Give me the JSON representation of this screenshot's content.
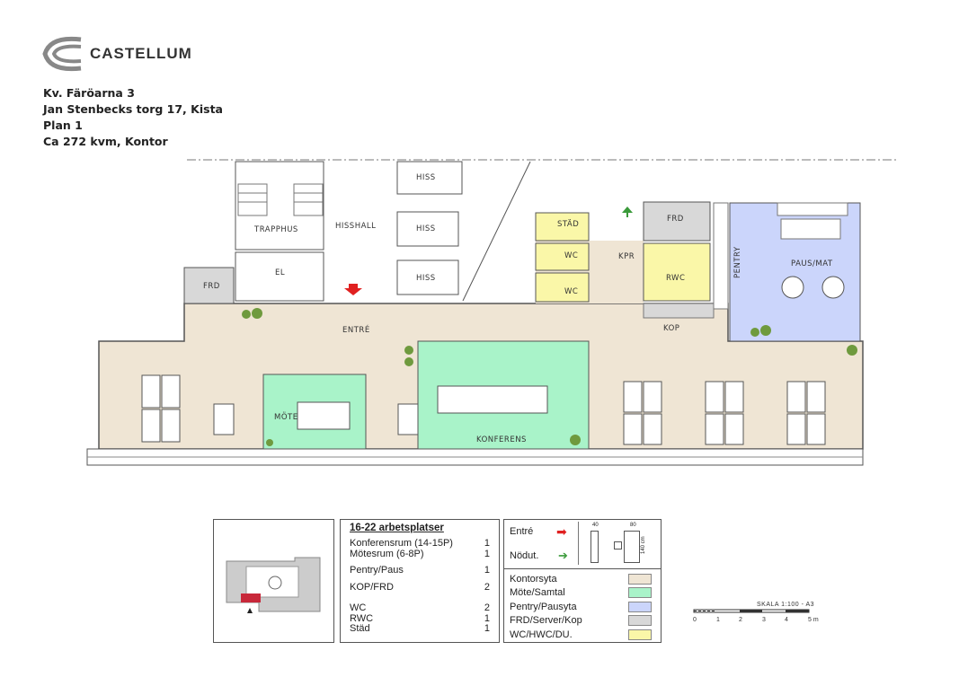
{
  "header": {
    "brand": "CASTELLUM",
    "lines": [
      "Kv. Färöarna 3",
      "Jan Stenbecks torg 17, Kista",
      "Plan 1",
      "Ca 272 kvm, Kontor"
    ]
  },
  "colors": {
    "kontorsyta": "#efe5d4",
    "mote": "#a9f3c9",
    "pentry": "#cbd5fb",
    "frd": "#d8d8d8",
    "wc": "#faf7a8",
    "entre_arrow": "#e02020",
    "nodut_arrow": "#3a9a3a"
  },
  "rooms": {
    "trapphus": "TRAPPHUS",
    "hisshall": "HISSHALL",
    "hiss": "HISS",
    "el": "EL",
    "frd": "FRD",
    "entre": "ENTRÉ",
    "stad": "STÄD",
    "wc": "WC",
    "kpr": "KPR",
    "rwc": "RWC",
    "kop": "KOP",
    "pentry": "PENTRY",
    "paus_mat": "PAUS/MAT",
    "mote": "MÖTE",
    "konferens": "KONFERENS"
  },
  "counts": {
    "title": "16-22 arbetsplatser",
    "rows": [
      {
        "label": "Konferensrum (14-15P)",
        "value": "1"
      },
      {
        "label": "Mötesrum (6-8P)",
        "value": "1"
      },
      {
        "label": "Pentry/Paus",
        "value": "1"
      },
      {
        "label": "KOP/FRD",
        "value": "2"
      },
      {
        "label": "WC",
        "value": "2"
      },
      {
        "label": "RWC",
        "value": "1"
      },
      {
        "label": "Städ",
        "value": "1"
      }
    ]
  },
  "legend": {
    "entre": "Entré",
    "nodut": "Nödut.",
    "dim_40": "40",
    "dim_80": "80",
    "dim_140": "140 cm",
    "areas": [
      {
        "label": "Kontorsyta",
        "color": "#efe5d4"
      },
      {
        "label": "Möte/Samtal",
        "color": "#a9f3c9"
      },
      {
        "label": "Pentry/Pausyta",
        "color": "#cbd5fb"
      },
      {
        "label": "FRD/Server/Kop",
        "color": "#d8d8d8"
      },
      {
        "label": "WC/HWC/DU.",
        "color": "#faf7a8"
      }
    ]
  },
  "scale": {
    "title": "SKALA 1:100 - A3",
    "ticks": [
      "0",
      "1",
      "2",
      "3",
      "4",
      "5 m"
    ]
  }
}
